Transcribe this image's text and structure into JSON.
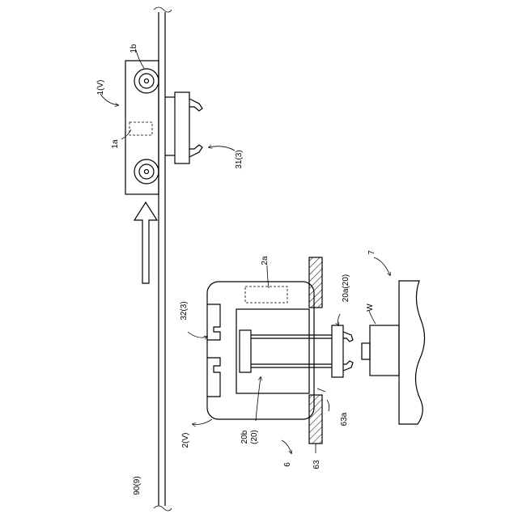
{
  "figure": {
    "labels": {
      "vehicle1": "1(V)",
      "wheel": "1b",
      "controller1": "1a",
      "transfer31": "31(3)",
      "vehicle2": "2(V)",
      "transfer32": "32(3)",
      "controller2": "2a",
      "rail": "90(9)",
      "station": "7",
      "workpiece": "W",
      "chuck20a": "20a(20)",
      "chuck20b_line1": "20b",
      "chuck20b_line2": "(20)",
      "device6": "6",
      "plate63": "63",
      "hole63a": "63a"
    }
  }
}
